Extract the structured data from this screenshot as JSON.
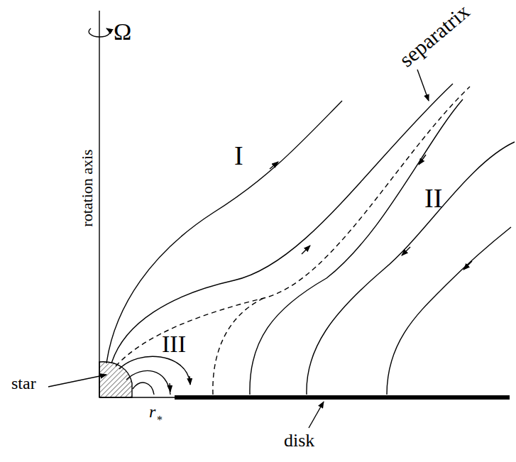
{
  "diagram": {
    "labels": [
      "Ω",
      "rotation axis",
      "separatrix",
      "I",
      "II",
      "III",
      "star",
      "r",
      "*",
      "disk"
    ]
  }
}
